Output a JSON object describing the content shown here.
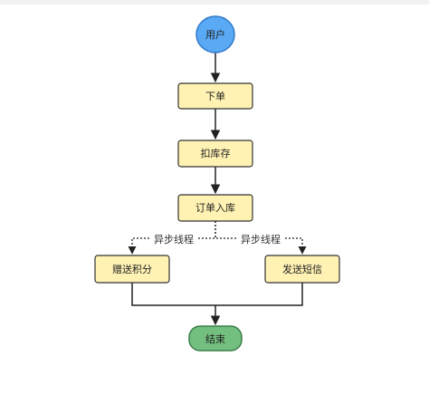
{
  "colors": {
    "start_fill": "#5aa9f5",
    "start_stroke": "#2f78c8",
    "process_fill": "#fff2b3",
    "process_stroke": "#333333",
    "end_fill": "#72bf7f",
    "end_stroke": "#3d7f4a",
    "line": "#222222",
    "label_bg": "#ffffff"
  },
  "nodes": {
    "start": "用户",
    "order": "下单",
    "deduct": "扣库存",
    "store": "订单入库",
    "points": "赠送积分",
    "sms": "发送短信",
    "end": "结束"
  },
  "edges": {
    "async_left": "异步线程",
    "async_right": "异步线程"
  }
}
